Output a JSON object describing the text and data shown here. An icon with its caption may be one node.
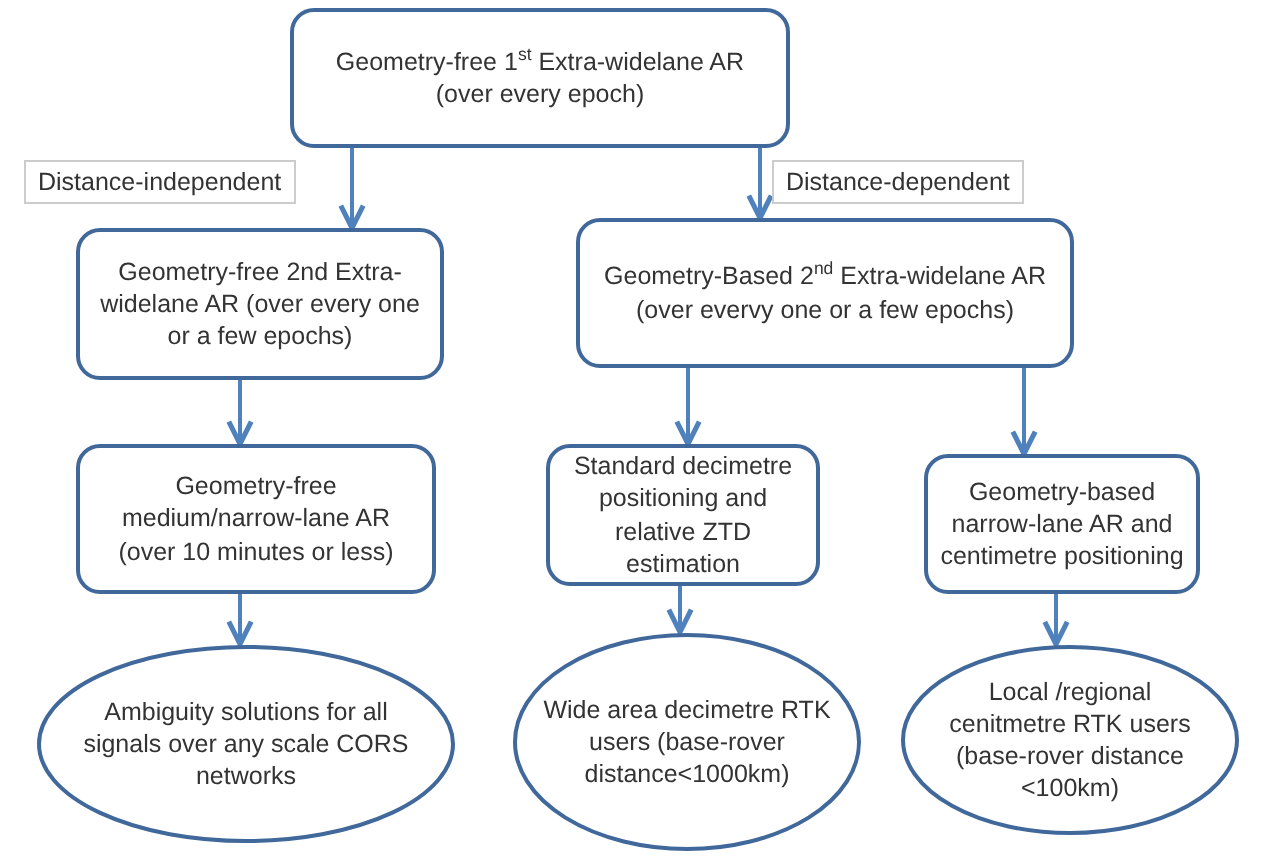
{
  "diagram": {
    "nodes": [
      {
        "text": [
          "Geometry-free  1$^{st}$ Extra-widelane  AR (over every epoch)"
        ]
      },
      {
        "text": [
          "Geometry-free 2nd Extra-widelane  AR (over every one or a few epochs)"
        ]
      },
      {
        "text": [
          "Geometry-Based 2$^{nd}$ Extra-widelane  AR (over evervy one or a few epochs)"
        ]
      },
      {
        "text": [
          "Geometry-free medium/narrow-lane  AR (over 10 minutes or less)"
        ]
      },
      {
        "text": [
          "Standard decimetre positioning and relative ZTD estimation"
        ]
      },
      {
        "text": [
          "Geometry-based narrow-lane  AR and centimetre positioning"
        ]
      },
      {
        "text": [
          "Ambiguity solutions for all signals over  any scale CORS networks"
        ]
      },
      {
        "text": [
          "Wide area decimetre  RTK users (base-rover distance<1000km)"
        ]
      },
      {
        "text": [
          "Local /regional cenitmetre RTK users (base-rover distance <100km)"
        ]
      }
    ],
    "edges": [
      {
        "from": 0,
        "to": 1,
        "arrow": "to",
        "label": "Distance-independent"
      },
      {
        "from": 0,
        "to": 2,
        "arrow": "to",
        "label": "Distance-dependent"
      },
      {
        "from": 1,
        "to": 3,
        "arrow": "to"
      },
      {
        "from": 2,
        "to": 4,
        "arrow": "to"
      },
      {
        "from": 2,
        "to": 5,
        "arrow": "to"
      },
      {
        "from": 3,
        "to": 6,
        "arrow": "to"
      },
      {
        "from": 4,
        "to": 7,
        "arrow": "to"
      },
      {
        "from": 5,
        "to": 8,
        "arrow": "to"
      }
    ]
  }
}
